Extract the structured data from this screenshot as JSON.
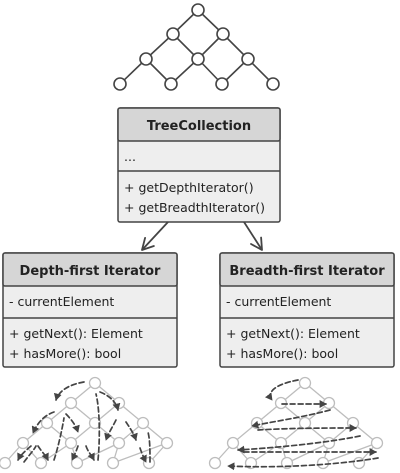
{
  "colors": {
    "header_fill": "#d6d6d6",
    "body_fill": "#eeeeee",
    "stroke": "#444444",
    "faded": "#bdbdbd",
    "tree_fill": "#ffffff"
  },
  "tree_collection": {
    "name": "TreeCollection",
    "fields": [
      "..."
    ],
    "methods": [
      "+ getDepthIterator()",
      "+ getBreadthIterator()"
    ]
  },
  "depth_iterator": {
    "name": "Depth-first Iterator",
    "fields": [
      "- currentElement"
    ],
    "methods": [
      "+ getNext(): Element",
      "+ hasMore(): bool"
    ]
  },
  "breadth_iterator": {
    "name": "Breadth-first Iterator",
    "fields": [
      "- currentElement"
    ],
    "methods": [
      "+ getNext(): Element",
      "+ hasMore(): bool"
    ]
  }
}
